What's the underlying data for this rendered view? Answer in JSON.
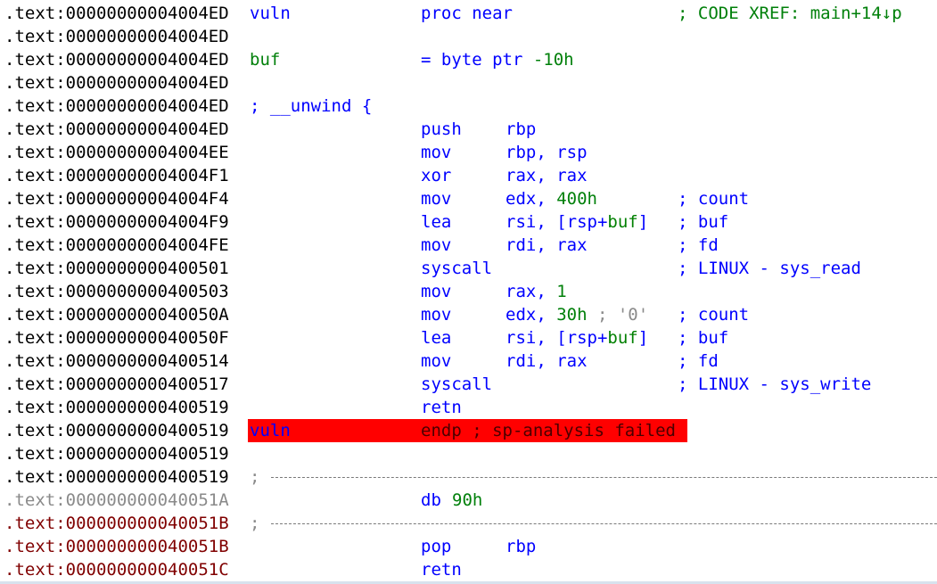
{
  "listing": {
    "header": {
      "addr": ".text:00000000004004ED",
      "func_name": "vuln",
      "directive": "proc near",
      "xref_comment": "; CODE XREF: main+14↓p"
    },
    "lines": [
      {
        "addr": ".text:00000000004004ED"
      },
      {
        "addr": ".text:00000000004004ED",
        "name": "buf",
        "directive": "= byte ptr ",
        "operand_num": "-10h"
      },
      {
        "addr": ".text:00000000004004ED"
      },
      {
        "addr": ".text:00000000004004ED",
        "name": "; __unwind {"
      },
      {
        "addr": ".text:00000000004004ED",
        "mnemonic": "push",
        "operands": "rbp"
      },
      {
        "addr": ".text:00000000004004EE",
        "mnemonic": "mov",
        "operands": "rbp, rsp"
      },
      {
        "addr": ".text:00000000004004F1",
        "mnemonic": "xor",
        "operands": "rax, rax"
      },
      {
        "addr": ".text:00000000004004F4",
        "mnemonic": "mov",
        "operands": "edx, ",
        "operand_num": "400h",
        "comment": "; count"
      },
      {
        "addr": ".text:00000000004004F9",
        "mnemonic": "lea",
        "operands": "rsi, [rsp+",
        "operand_var": "buf",
        "operands_tail": "]",
        "comment": "; buf"
      },
      {
        "addr": ".text:00000000004004FE",
        "mnemonic": "mov",
        "operands": "rdi, rax",
        "comment": "; fd"
      },
      {
        "addr": ".text:0000000000400501",
        "mnemonic": "syscall",
        "comment": "; LINUX - sys_read"
      },
      {
        "addr": ".text:0000000000400503",
        "mnemonic": "mov",
        "operands": "rax, ",
        "operand_num": "1"
      },
      {
        "addr": ".text:000000000040050A",
        "mnemonic": "mov",
        "operands": "edx, ",
        "operand_num": "30h",
        "inline_comment": " ; '0'",
        "comment": "; count"
      },
      {
        "addr": ".text:000000000040050F",
        "mnemonic": "lea",
        "operands": "rsi, [rsp+",
        "operand_var": "buf",
        "operands_tail": "]",
        "comment": "; buf"
      },
      {
        "addr": ".text:0000000000400514",
        "mnemonic": "mov",
        "operands": "rdi, rax",
        "comment": "; fd"
      },
      {
        "addr": ".text:0000000000400517",
        "mnemonic": "syscall",
        "comment": "; LINUX - sys_write"
      },
      {
        "addr": ".text:0000000000400519",
        "mnemonic": "retn"
      }
    ],
    "endp": {
      "addr": ".text:0000000000400519",
      "func_name": "vuln",
      "text": "endp ; sp-analysis failed"
    },
    "after": [
      {
        "addr": ".text:0000000000400519"
      },
      {
        "addr": ".text:0000000000400519",
        "separator": ";"
      },
      {
        "addr": ".text:000000000040051A",
        "style": "gray",
        "mnemonic": "db",
        "operand_num": "90h"
      },
      {
        "addr": ".text:000000000040051B",
        "style": "dark",
        "separator": ";"
      },
      {
        "addr": ".text:000000000040051B",
        "style": "dark",
        "mnemonic": "pop",
        "operands": "rbp"
      },
      {
        "addr": ".text:000000000040051C",
        "style": "dark",
        "mnemonic": "retn"
      }
    ],
    "colors": {
      "keyword": "#0000ff",
      "number": "#00800a",
      "highlight": "#ff0000",
      "gray_address": "#8a8a8a",
      "dark_address": "#800000"
    }
  }
}
